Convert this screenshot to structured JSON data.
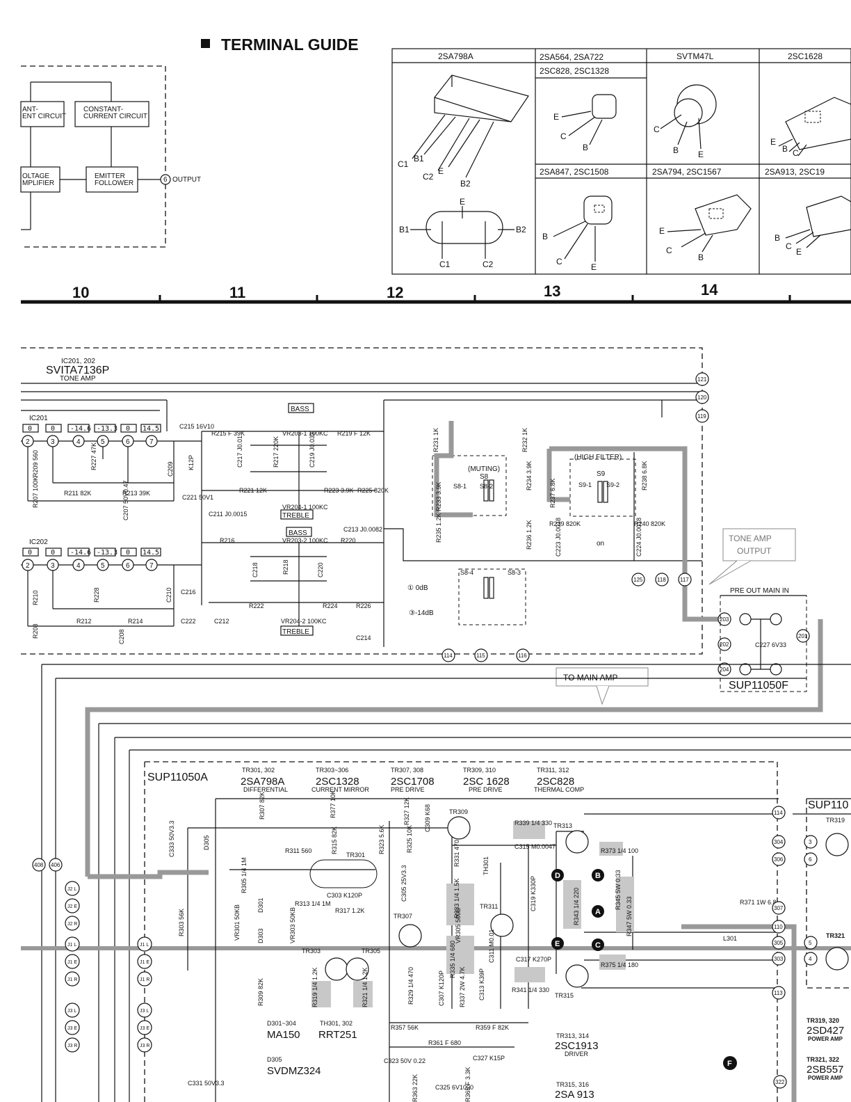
{
  "terminal_guide": {
    "title": "TERMINAL GUIDE",
    "packages": [
      {
        "label": "2SA798A"
      },
      {
        "label": "2SA564, 2SA722\n2SC828, 2SC1328"
      },
      {
        "label": "SVTM47L"
      },
      {
        "label": "2SC1628"
      },
      {
        "label": "2SA847, 2SC1508"
      },
      {
        "label": "2SA794, 2SC1567"
      },
      {
        "label": "2SA913, 2SC19"
      }
    ],
    "pins": {
      "c1": "C1",
      "b1": "B1",
      "c2": "C2",
      "e": "E",
      "b2": "B2",
      "e_": "E",
      "c": "C",
      "b": "B"
    }
  },
  "block": {
    "const_current_left": "ANT-\nENT CIRCUIT",
    "const_current": "CONSTANT-\nCURRENT CIRCUIT",
    "voltage_amp": "OLTAGE\nMPLIFIER",
    "emitter_follower": "EMITTER\nFOLLOWER",
    "output_num": "6",
    "output_label": "OUTPUT"
  },
  "ruler": [
    "10",
    "11",
    "12",
    "13",
    "14"
  ],
  "tone_amp": {
    "ic_ref": "IC201, 202",
    "ic_name": "SVITA7136P",
    "ic_desc": "TONE AMP",
    "ic201": "IC201",
    "ic202": "IC202",
    "voltages": [
      "0",
      "0",
      "-14.6",
      "-13.3",
      "0",
      "14.5"
    ],
    "pins": [
      "2",
      "3",
      "4",
      "5",
      "6",
      "7"
    ],
    "bass": "BASS",
    "treble": "TREBLE",
    "muting": "(MUTING)",
    "s8": "S8",
    "high_filter": "(HIGH FILTER)",
    "s9": "S9",
    "on": "on",
    "zero_db": "① 0dB",
    "minus14db": "③-14dB",
    "tone_amp_output": "TONE AMP\nOUTPUT",
    "to_main_amp": "TO MAIN AMP",
    "pre_out_main_in": "PRE OUT  MAIN IN",
    "sup_tone": "SUP11050F",
    "components": [
      "R215 F 39K",
      "VR203-1 100KC",
      "R219 F 12K",
      "C217 J0.01",
      "R217 220K",
      "C219 J0.033",
      "R231 1K",
      "R232 1K",
      "R233 3.9K",
      "R234 3.9K",
      "R237 6.8K",
      "R238 6.8K",
      "R209 560",
      "R207 100K",
      "R227 47K",
      "R211 82K",
      "R213 39K",
      "C207 50V0.47",
      "C209",
      "C215 16V10",
      "K12P",
      "C221 50V1",
      "R221 12K",
      "R223 3.9K",
      "R225 820K",
      "C211 J0.0015",
      "VR204-1 100KC",
      "C213 J0.0082",
      "R235 1.2K",
      "R236 1.2K",
      "R239 820K",
      "R240 820K",
      "C223 J0.0018",
      "C224 J0.0018",
      "R216",
      "VR203-2 100KC",
      "R220",
      "C218",
      "R218",
      "C220",
      "R210",
      "R228",
      "C210",
      "C216",
      "C222",
      "R208",
      "R212",
      "R214",
      "C208",
      "R222",
      "R224",
      "R226",
      "C212",
      "VR204-2 100KC",
      "C214",
      "S8-1",
      "S8-2",
      "S8-3",
      "S8-4",
      "S9-1",
      "S9-2",
      "C227 6V33"
    ],
    "nodes": [
      "121",
      "120",
      "119",
      "125",
      "118",
      "117",
      "114",
      "115",
      "116",
      "203",
      "202",
      "204",
      "201"
    ]
  },
  "main_amp": {
    "board": "SUP11050A",
    "board_right": "SUP110",
    "headers": [
      {
        "refs": "TR301, 302",
        "part": "2SA798A",
        "role": "DIFFERENTIAL"
      },
      {
        "refs": "TR303~306",
        "part": "2SC1328",
        "role": "CURRENT MIRROR"
      },
      {
        "refs": "TR307, 308",
        "part": "2SC1708",
        "role": "PRE DRIVE"
      },
      {
        "refs": "TR309, 310",
        "part": "2SC 1628",
        "role": "PRE DRIVE"
      },
      {
        "refs": "TR311, 312",
        "part": "2SC828",
        "role": "THERMAL COMP"
      }
    ],
    "diodes": [
      {
        "refs": "D301~304",
        "part": "MA150"
      },
      {
        "refs": "TH301, 302",
        "part": "RRT251"
      },
      {
        "refs": "D305",
        "part": "SVDMZ324"
      }
    ],
    "drivers": [
      {
        "refs": "TR313, 314",
        "part": "2SC1913",
        "role": "DRIVER"
      },
      {
        "refs": "TR315, 316",
        "part": "2SA 913",
        "role": ""
      }
    ],
    "power": [
      {
        "refs": "TR319, 320",
        "part": "2SD427",
        "role": "POWER AMP"
      },
      {
        "refs": "TR321, 322",
        "part": "2SB557",
        "role": "POWER AMP"
      }
    ],
    "transistors": [
      "TR301",
      "TR303",
      "TR305",
      "TR307",
      "TR309",
      "TR311",
      "TR313",
      "TR315",
      "TR319",
      "TR321"
    ],
    "components": [
      "R307 82K",
      "R377 10K",
      "R315 82K",
      "R323 5.6K",
      "R327 12K",
      "C309 K68",
      "R325 10K",
      "C333 50V3.3",
      "D305",
      "R311 560",
      "R305 1/4 1M",
      "C303 K120P",
      "R313 1/4 1M",
      "R317 1.2K",
      "C305 25V3.3",
      "R331 470",
      "TH301",
      "R339 1/4 330",
      "C315 M0.0047",
      "R303 56K",
      "D301",
      "D303",
      "VR301 50KB",
      "VR303 50KB",
      "R333 1/4 1.5K",
      "VR305 500B",
      "C311 M0.01",
      "C319 K330P",
      "R343 1/4 220",
      "R373 1/4 100",
      "R345 5W 0.33",
      "R347 5W 0.33",
      "R371 1W 6.8",
      "L301",
      "R375 1/4 180",
      "R309 82K",
      "R319 1/4 1.2K",
      "R321 1/4 1.2K",
      "R329 1/4 470",
      "C307 K120P",
      "R335 1/4 680",
      "R337 2W 4.7K",
      "C313 K39P",
      "C317 K270P",
      "R341 1/4 330",
      "R357 56K",
      "R359 F 82K",
      "R361 F 680",
      "C323 50V 0.22",
      "C327 K15P",
      "C331 50V3.3",
      "R363 22K",
      "C325 6V1000",
      "R365 F 3.3K"
    ],
    "markers": [
      "D",
      "B",
      "A",
      "C",
      "E",
      "F"
    ],
    "nodes": [
      "114",
      "304",
      "306",
      "307",
      "110",
      "305",
      "303",
      "113",
      "322",
      "408",
      "406",
      "3",
      "6",
      "5",
      "4"
    ],
    "jacks": [
      "J2 L",
      "J2 E",
      "J2 R",
      "J1 L",
      "J1 E",
      "J1 R",
      "J3 L",
      "J3 E",
      "J3 R"
    ]
  }
}
